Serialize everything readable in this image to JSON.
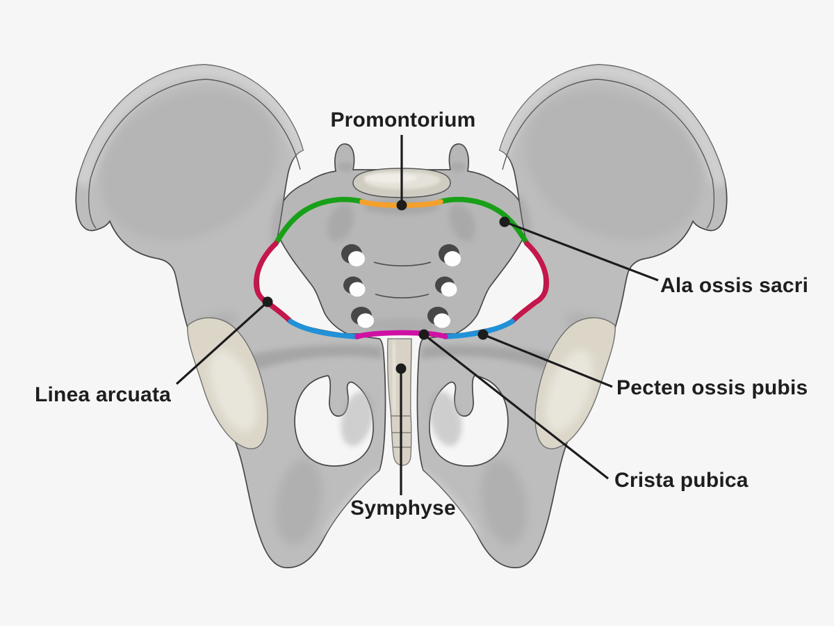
{
  "figure": {
    "background_color": "#f6f6f6",
    "bone_color": "#bdbdbd",
    "line_color": "#1c1c1c",
    "labels": {
      "promontorium": "Promontorium",
      "ala_ossis_sacri": "Ala ossis sacri",
      "linea_arcuata": "Linea arcuata",
      "pecten_ossis_pubis": "Pecten ossis pubis",
      "crista_pubica": "Crista pubica",
      "symphyse": "Symphyse"
    },
    "segment_colors": {
      "promontorium": "#f5a02b",
      "ala_ossis_sacri": "#18a018",
      "linea_arcuata": "#c4174b",
      "pecten_ossis_pubis": "#2191d8",
      "crista_pubica": "#cf11a3"
    }
  }
}
